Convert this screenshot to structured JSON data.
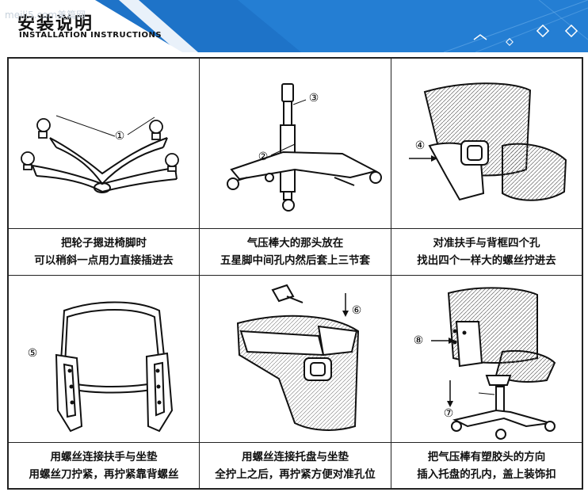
{
  "header": {
    "watermark": "meili5.com美篇网",
    "title_cn": "安装说明",
    "title_en": "INSTALLATION INSTRUCTIONS",
    "accent_color": "#1e73c8"
  },
  "steps": [
    {
      "marker": "①",
      "caption": [
        "把轮子摁进椅脚时",
        "可以稍斜一点用力直接插进去"
      ]
    },
    {
      "marker_a": "②",
      "marker_b": "③",
      "caption": [
        "气压棒大的那头放在",
        "五星脚中间孔内然后套上三节套"
      ]
    },
    {
      "marker": "④",
      "caption": [
        "对准扶手与背框四个孔",
        "找出四个一样大的螺丝拧进去"
      ]
    },
    {
      "marker": "⑤",
      "caption": [
        "用螺丝连接扶手与坐垫",
        "用螺丝刀拧紧，再拧紧靠背螺丝"
      ]
    },
    {
      "marker": "⑥",
      "caption": [
        "用螺丝连接托盘与坐垫",
        "全拧上之后，再拧紧方便对准孔位"
      ]
    },
    {
      "marker_a": "⑧",
      "marker_b": "⑦",
      "caption": [
        "把气压棒有塑胶头的方向",
        "插入托盘的孔内，盖上装饰扣"
      ]
    }
  ]
}
